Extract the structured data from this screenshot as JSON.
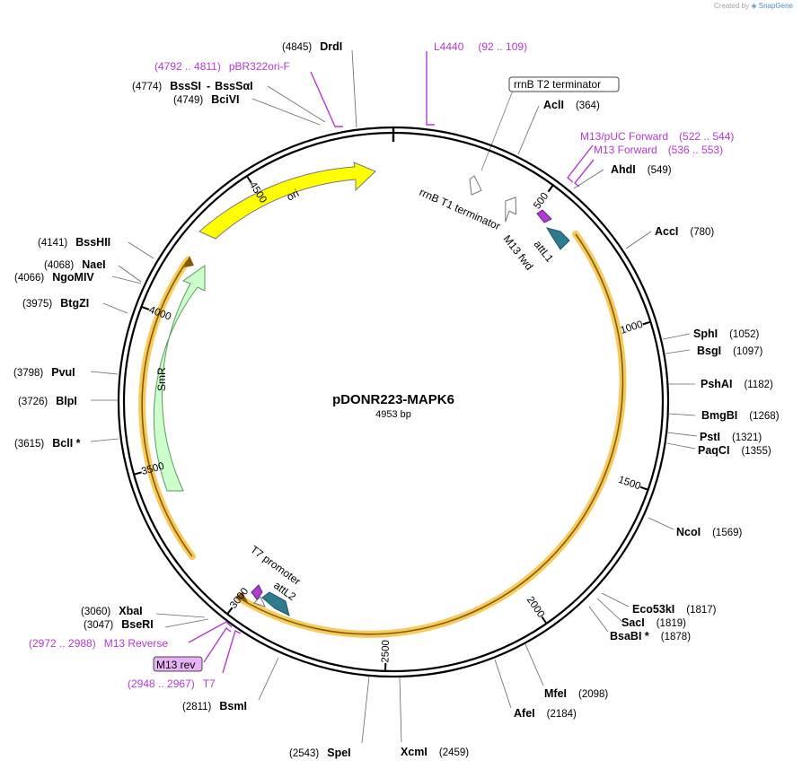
{
  "credit": {
    "prefix": "Created by",
    "brand": "SnapGene"
  },
  "plasmid": {
    "name": "pDONR223-MAPK6",
    "length_label": "4953 bp",
    "length": 4953
  },
  "colors": {
    "backbone": "#000000",
    "orange_feature": "#f5c242",
    "ori": "#ffff00",
    "smr": "#ccffcc",
    "teal": "#2d7b8c",
    "primer": "#b13ad6"
  },
  "ticks": [
    {
      "bp": 500,
      "label": "500"
    },
    {
      "bp": 1000,
      "label": "1000"
    },
    {
      "bp": 1500,
      "label": "1500"
    },
    {
      "bp": 2000,
      "label": "2000"
    },
    {
      "bp": 2500,
      "label": "2500"
    },
    {
      "bp": 3000,
      "label": "3000"
    },
    {
      "bp": 3500,
      "label": "3500"
    },
    {
      "bp": 4000,
      "label": "4000"
    },
    {
      "bp": 4500,
      "label": "4500"
    }
  ],
  "sites": [
    {
      "name": "AclI",
      "pos": "(364)"
    },
    {
      "name": "AhdI",
      "pos": "(549)"
    },
    {
      "name": "AccI",
      "pos": "(780)"
    },
    {
      "name": "SphI",
      "pos": "(1052)"
    },
    {
      "name": "BsgI",
      "pos": "(1097)"
    },
    {
      "name": "PshAI",
      "pos": "(1182)"
    },
    {
      "name": "BmgBI",
      "pos": "(1268)"
    },
    {
      "name": "PstI",
      "pos": "(1321)"
    },
    {
      "name": "PaqCI",
      "pos": "(1355)"
    },
    {
      "name": "NcoI",
      "pos": "(1569)"
    },
    {
      "name": "Eco53kI",
      "pos": "(1817)"
    },
    {
      "name": "SacI",
      "pos": "(1819)"
    },
    {
      "name": "BsaBI *",
      "pos": "(1878)"
    },
    {
      "name": "MfeI",
      "pos": "(2098)"
    },
    {
      "name": "AfeI",
      "pos": "(2184)"
    },
    {
      "name": "XcmI",
      "pos": "(2459)"
    },
    {
      "name": "SpeI",
      "pos": "(2543)"
    },
    {
      "name": "BsmI",
      "pos": "(2811)"
    },
    {
      "name": "BseRI",
      "pos": "(3047)"
    },
    {
      "name": "XbaI",
      "pos": "(3060)"
    },
    {
      "name": "BclI *",
      "pos": "(3615)"
    },
    {
      "name": "BlpI",
      "pos": "(3726)"
    },
    {
      "name": "PvuI",
      "pos": "(3798)"
    },
    {
      "name": "BtgZI",
      "pos": "(3975)"
    },
    {
      "name": "NgoMIV",
      "pos": "(4066)"
    },
    {
      "name": "NaeI",
      "pos": "(4068)"
    },
    {
      "name": "BssHII",
      "pos": "(4141)"
    },
    {
      "name": "BciVI",
      "pos": "(4749)"
    },
    {
      "name": "BssSI",
      "pos": "(4774)",
      "separator": "-",
      "alt_name": "BssSαI"
    },
    {
      "name": "DrdI",
      "pos": "(4845)"
    }
  ],
  "primers": [
    {
      "name": "L4440",
      "range": "(92 .. 109)"
    },
    {
      "name": "M13/pUC Forward",
      "range": "(522 .. 544)"
    },
    {
      "name": "M13 Forward",
      "range": "(536 .. 553)"
    },
    {
      "name": "M13 Reverse",
      "range": "(2972 .. 2988)"
    },
    {
      "name": "T7",
      "range": "(2948 .. 2967)"
    },
    {
      "name": "pBR322ori-F",
      "range": "(4792 .. 4811)"
    }
  ],
  "features": {
    "rrnB_T2": "rrnB T2 terminator",
    "rrnB_T1": "rrnB T1 terminator",
    "attL1": "attL1",
    "M13_fwd": "M13 fwd",
    "T7_promoter": "T7 promoter",
    "attL2": "attL2",
    "M13_rev": "M13 rev",
    "ori": "ori",
    "SmR": "SmR"
  }
}
